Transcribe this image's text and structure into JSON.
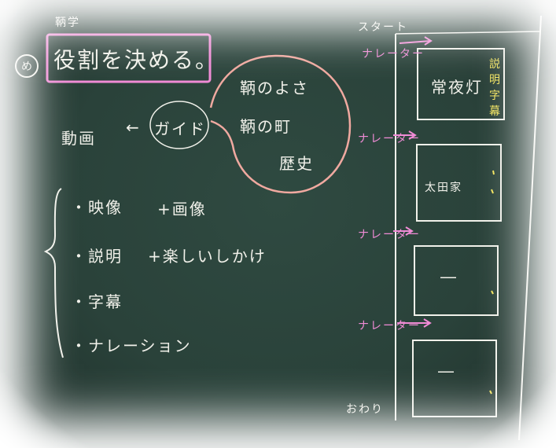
{
  "board": {
    "subject": "鞆学",
    "goal_mark": "め",
    "goal": "役割を決める。",
    "left": {
      "video": "動画",
      "arrow": "←",
      "guide": "ガイド",
      "bubble": [
        "鞆のよさ",
        "鞆の町",
        "歴史"
      ],
      "items": [
        {
          "label": "映像",
          "extra": "+画像"
        },
        {
          "label": "説明",
          "extra": "+楽しいしかけ"
        },
        {
          "label": "字幕",
          "extra": ""
        },
        {
          "label": "ナレーション",
          "extra": ""
        }
      ]
    },
    "right": {
      "start": "スタート",
      "end": "おわり",
      "narration_labels": [
        "ナレーター",
        "ナレーター",
        "ナレーター",
        "ナレーター"
      ],
      "frames": [
        {
          "text": "常夜灯",
          "note": "説明 字幕"
        },
        {
          "text": "太田家",
          "note": ""
        },
        {
          "text": "―",
          "note": ""
        },
        {
          "text": "―",
          "note": ""
        }
      ]
    }
  },
  "colors": {
    "chalkboard": "#2a423a",
    "chalk_white": "#f1f1ea",
    "chalk_pink": "#f08bd6",
    "chalk_yellow": "#f2e35b"
  }
}
